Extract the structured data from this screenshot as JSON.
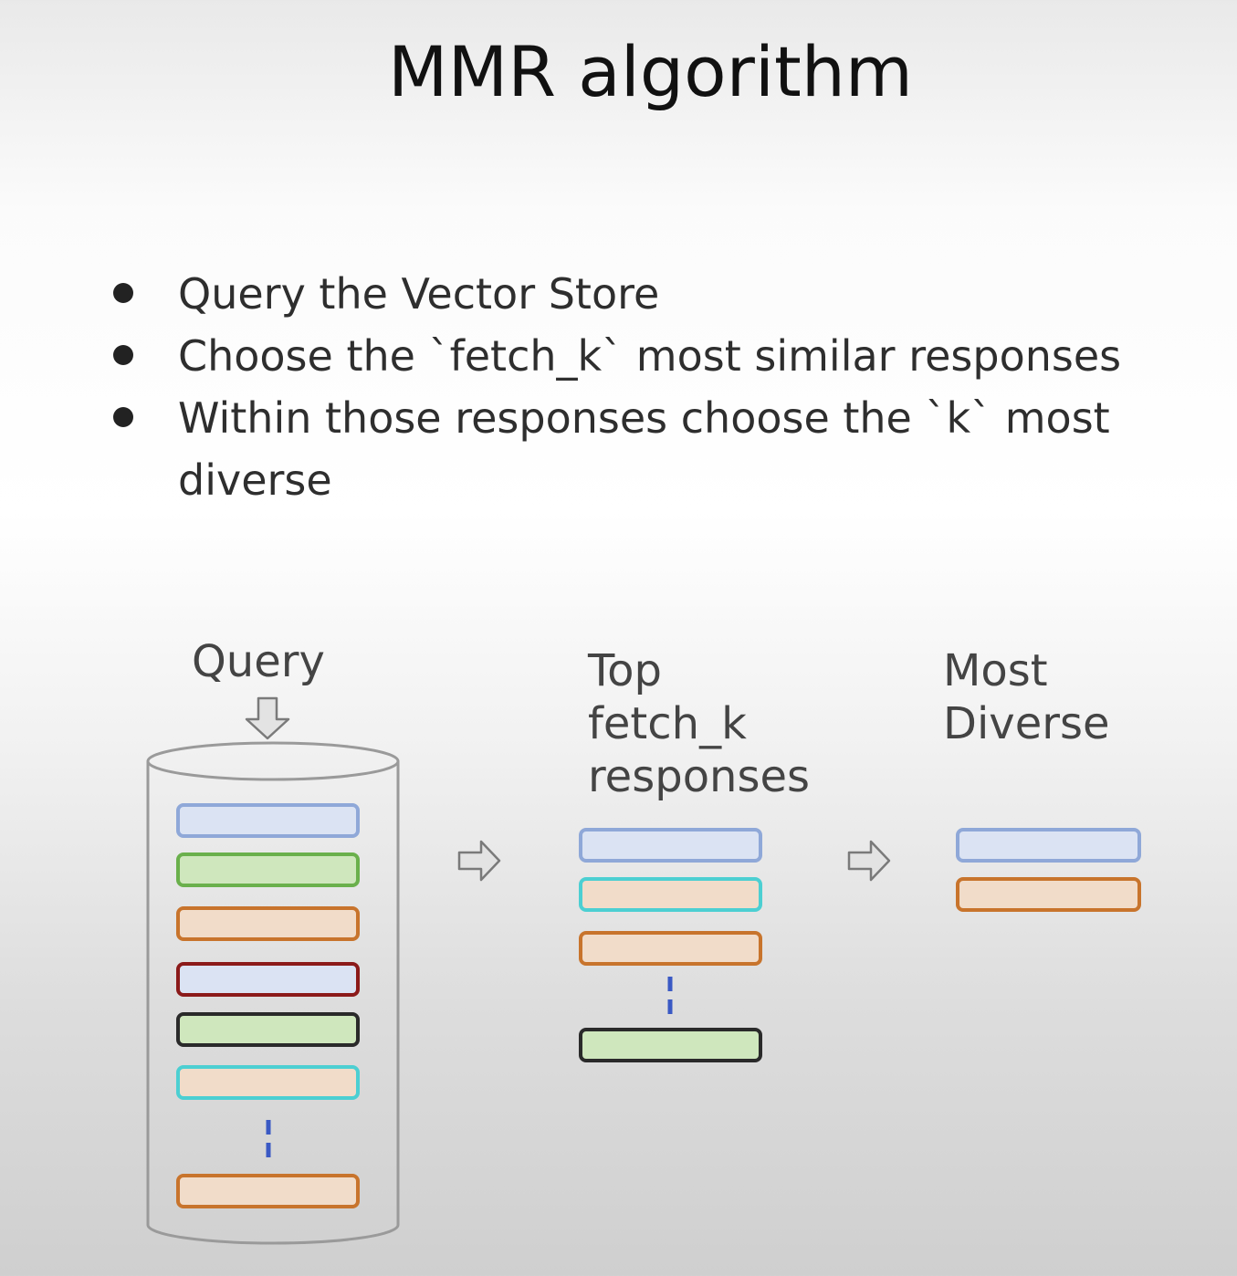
{
  "slide": {
    "title": "MMR algorithm",
    "bullets": [
      "Query the Vector Store",
      "Choose the `fetch_k` most similar responses",
      "Within those responses choose the `k` most diverse"
    ]
  },
  "diagram": {
    "query_label": "Query",
    "top_label": "Top\nfetch_k\nresponses",
    "diverse_label": "Most\nDiverse",
    "colors": {
      "blue_fill": "#dbe3f3",
      "blue_border": "#8fa8d8",
      "green_fill": "#cfe7bd",
      "green_border": "#6ab04c",
      "orange_fill": "#f1dcc9",
      "orange_border": "#c8742c",
      "darkred_border": "#8b1a1a",
      "teal_border": "#4ccfd2",
      "black_border": "#2a2a2a",
      "dash_blue": "#3a59c4"
    },
    "vector_store": [
      {
        "fill": "blue_fill",
        "border": "blue_border"
      },
      {
        "fill": "green_fill",
        "border": "green_border"
      },
      {
        "fill": "orange_fill",
        "border": "orange_border"
      },
      {
        "fill": "blue_fill",
        "border": "darkred_border"
      },
      {
        "fill": "green_fill",
        "border": "black_border"
      },
      {
        "fill": "orange_fill",
        "border": "teal_border"
      },
      {
        "fill": "orange_fill",
        "border": "orange_border"
      }
    ],
    "top_fetch_k": [
      {
        "fill": "blue_fill",
        "border": "blue_border"
      },
      {
        "fill": "orange_fill",
        "border": "teal_border"
      },
      {
        "fill": "orange_fill",
        "border": "orange_border"
      },
      {
        "fill": "green_fill",
        "border": "black_border"
      }
    ],
    "most_diverse": [
      {
        "fill": "blue_fill",
        "border": "blue_border"
      },
      {
        "fill": "orange_fill",
        "border": "orange_border"
      }
    ]
  }
}
